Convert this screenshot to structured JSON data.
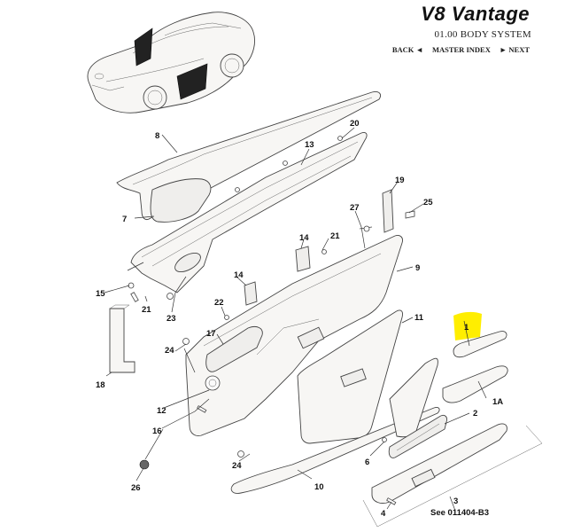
{
  "header": {
    "model": "V8 Vantage",
    "system": "01.00 BODY SYSTEM",
    "nav": {
      "back": "BACK ◄",
      "master_index": "MASTER INDEX",
      "next": "► NEXT"
    }
  },
  "diagram": {
    "highlight_color": "#ffee00",
    "highlighted_part": "1",
    "callouts": {
      "c1": "1",
      "c1a": "1A",
      "c2": "2",
      "c3": "3",
      "c4": "4",
      "c6": "6",
      "c7": "7",
      "c8": "8",
      "c9": "9",
      "c10": "10",
      "c11": "11",
      "c12": "12",
      "c13": "13",
      "c14a": "14",
      "c14b": "14",
      "c15": "15",
      "c16": "16",
      "c17": "17",
      "c18": "18",
      "c19": "19",
      "c20": "20",
      "c21a": "21",
      "c21b": "21",
      "c22": "22",
      "c23": "23",
      "c24a": "24",
      "c24b": "24",
      "c25": "25",
      "c26": "26",
      "c27": "27"
    },
    "reference_note": "See 011404-B3"
  }
}
